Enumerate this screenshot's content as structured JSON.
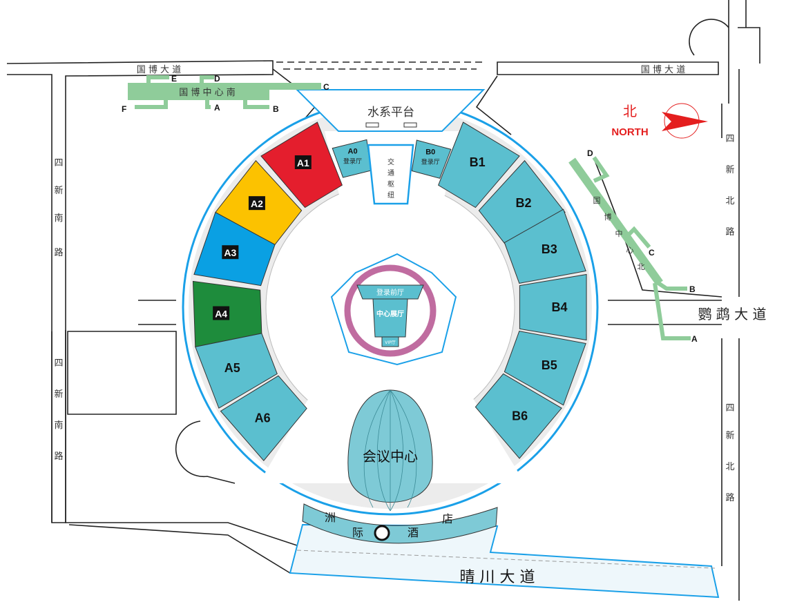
{
  "colors": {
    "hall": "#5bbfcf",
    "a1": "#e41e2d",
    "a2": "#fcc200",
    "a3": "#0aa0e3",
    "a4": "#1e8c3c",
    "metro": "#8fcc9a",
    "ring": "#c06ca0",
    "blue": "#1aa0e8",
    "north": "#e41e1e"
  },
  "roads": {
    "guobo_w": "国 博 大 道",
    "guobo_e": "国  博  大  道",
    "sixin_nan_top": [
      "四",
      "新",
      "南",
      "路"
    ],
    "sixin_nan_bottom": [
      "四",
      "新",
      "南",
      "路"
    ],
    "sixin_bei_top": [
      "四",
      "新",
      "北",
      "路"
    ],
    "sixin_bei_bottom": [
      "四",
      "新",
      "北",
      "路"
    ],
    "yingwu": "鹦 鹉 大 道",
    "qingchuan": "晴  川  大  道"
  },
  "compass": {
    "cn": "北",
    "en": "NORTH"
  },
  "metro_south": {
    "name": "国 博 中 心 南",
    "exits": [
      "A",
      "B",
      "C",
      "D",
      "E",
      "F"
    ]
  },
  "metro_north": {
    "name": [
      "国",
      "博",
      "中",
      "心",
      "北"
    ],
    "exits": [
      "A",
      "B",
      "C",
      "D"
    ]
  },
  "places": {
    "water": "水系平台",
    "transport": [
      "交",
      "通",
      "枢",
      "纽"
    ],
    "lobby": "登录前厅",
    "center_hall": "中心展厅",
    "vip": "VIP厅",
    "conference": "会议中心",
    "hotel": [
      "洲",
      "际",
      "酒",
      "店"
    ],
    "reg": "登录厅"
  },
  "halls": [
    {
      "id": "A0",
      "label": "A0",
      "color": "hall",
      "small": true
    },
    {
      "id": "A1",
      "label": "A1",
      "color": "a1",
      "boxed": true
    },
    {
      "id": "A2",
      "label": "A2",
      "color": "a2",
      "boxed": true
    },
    {
      "id": "A3",
      "label": "A3",
      "color": "a3",
      "boxed": true
    },
    {
      "id": "A4",
      "label": "A4",
      "color": "a4",
      "boxed": true
    },
    {
      "id": "A5",
      "label": "A5",
      "color": "hall"
    },
    {
      "id": "A6",
      "label": "A6",
      "color": "hall"
    },
    {
      "id": "B0",
      "label": "B0",
      "color": "hall",
      "small": true
    },
    {
      "id": "B1",
      "label": "B1",
      "color": "hall"
    },
    {
      "id": "B2",
      "label": "B2",
      "color": "hall"
    },
    {
      "id": "B3",
      "label": "B3",
      "color": "hall"
    },
    {
      "id": "B4",
      "label": "B4",
      "color": "hall"
    },
    {
      "id": "B5",
      "label": "B5",
      "color": "hall"
    },
    {
      "id": "B6",
      "label": "B6",
      "color": "hall"
    }
  ]
}
